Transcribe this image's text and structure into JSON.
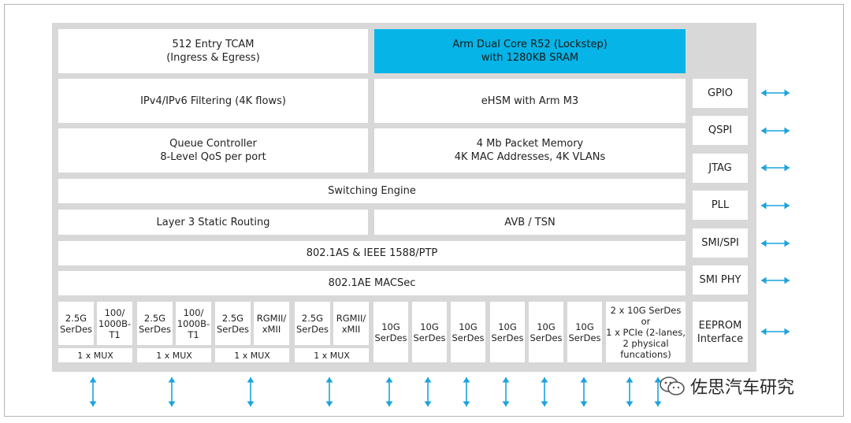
{
  "blocks": {
    "tcam": "512 Entry TCAM\n(Ingress & Egress)",
    "arm_r52": "Arm Dual Core R52 (Lockstep)\nwith 1280KB SRAM",
    "ip_filtering": "IPv4/IPv6 Filtering (4K flows)",
    "ehsm": "eHSM with Arm M3",
    "queue_controller": "Queue Controller\n8-Level QoS per port",
    "packet_memory": "4 Mb Packet Memory\n4K MAC Addresses, 4K VLANs",
    "switching_engine": "Switching Engine",
    "l3_routing": "Layer 3 Static Routing",
    "avb_tsn": "AVB / TSN",
    "ptp": "802.1AS & IEEE 1588/PTP",
    "macsec": "802.1AE MACSec"
  },
  "ports": {
    "groups": [
      {
        "left": "2.5G\nSerDes",
        "right": "100/\n1000B-\nT1",
        "mux": "1 x MUX"
      },
      {
        "left": "2.5G\nSerDes",
        "right": "100/\n1000B-\nT1",
        "mux": "1 x MUX"
      },
      {
        "left": "2.5G\nSerDes",
        "right": "RGMII/\nxMII",
        "mux": "1 x MUX"
      },
      {
        "left": "2.5G\nSerDes",
        "right": "RGMII/\nxMII",
        "mux": "1 x MUX"
      }
    ],
    "serdes_10g": [
      "10G\nSerDes",
      "10G\nSerDes",
      "10G\nSerDes",
      "10G\nSerDes",
      "10G\nSerDes",
      "10G\nSerDes"
    ],
    "serdes_pcie": "2 x 10G SerDes or\n1 x PCIe (2-lanes,\n2 physical\nfuncations)"
  },
  "interfaces": [
    "GPIO",
    "QSPI",
    "JTAG",
    "PLL",
    "SMI/SPI",
    "SMI PHY",
    "EEPROM\nInterface"
  ],
  "watermark": "佐思汽车研究",
  "colors": {
    "accent_block": "#06b4e7",
    "arrow": "#1aa3de",
    "chip_bg": "#d8d8d8"
  }
}
